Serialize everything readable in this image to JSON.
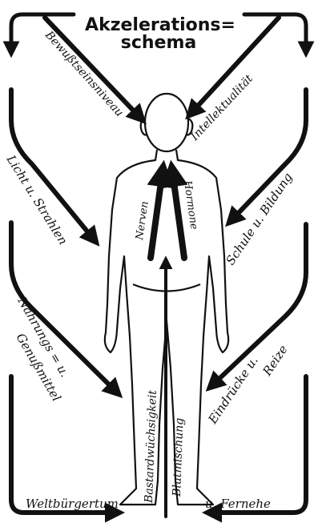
{
  "title_line1": "Akzelerations=",
  "title_line2": "schema",
  "labels": {
    "bewusstseinsniveau": "Bewußtseinsniveau",
    "intellektualitaet": "Intellektualität",
    "licht": "Licht u. Strahlen",
    "schule": "Schule u. Bildung",
    "nahrungs": "Nahrungs = u.",
    "genussmittel": "Genußmittel",
    "eindruecke": "Eindrücke u.",
    "reize": "Reize",
    "nerven": "Nerven",
    "hormone": "Hormone",
    "bastard": "Bastardwüchsigkeit",
    "blutmischung": "Blutmischung",
    "weltbuergertum": "Weltbürgertum",
    "fernehe": "u. Fernehe"
  },
  "colors": {
    "ink": "#111111",
    "paper": "#ffffff"
  }
}
